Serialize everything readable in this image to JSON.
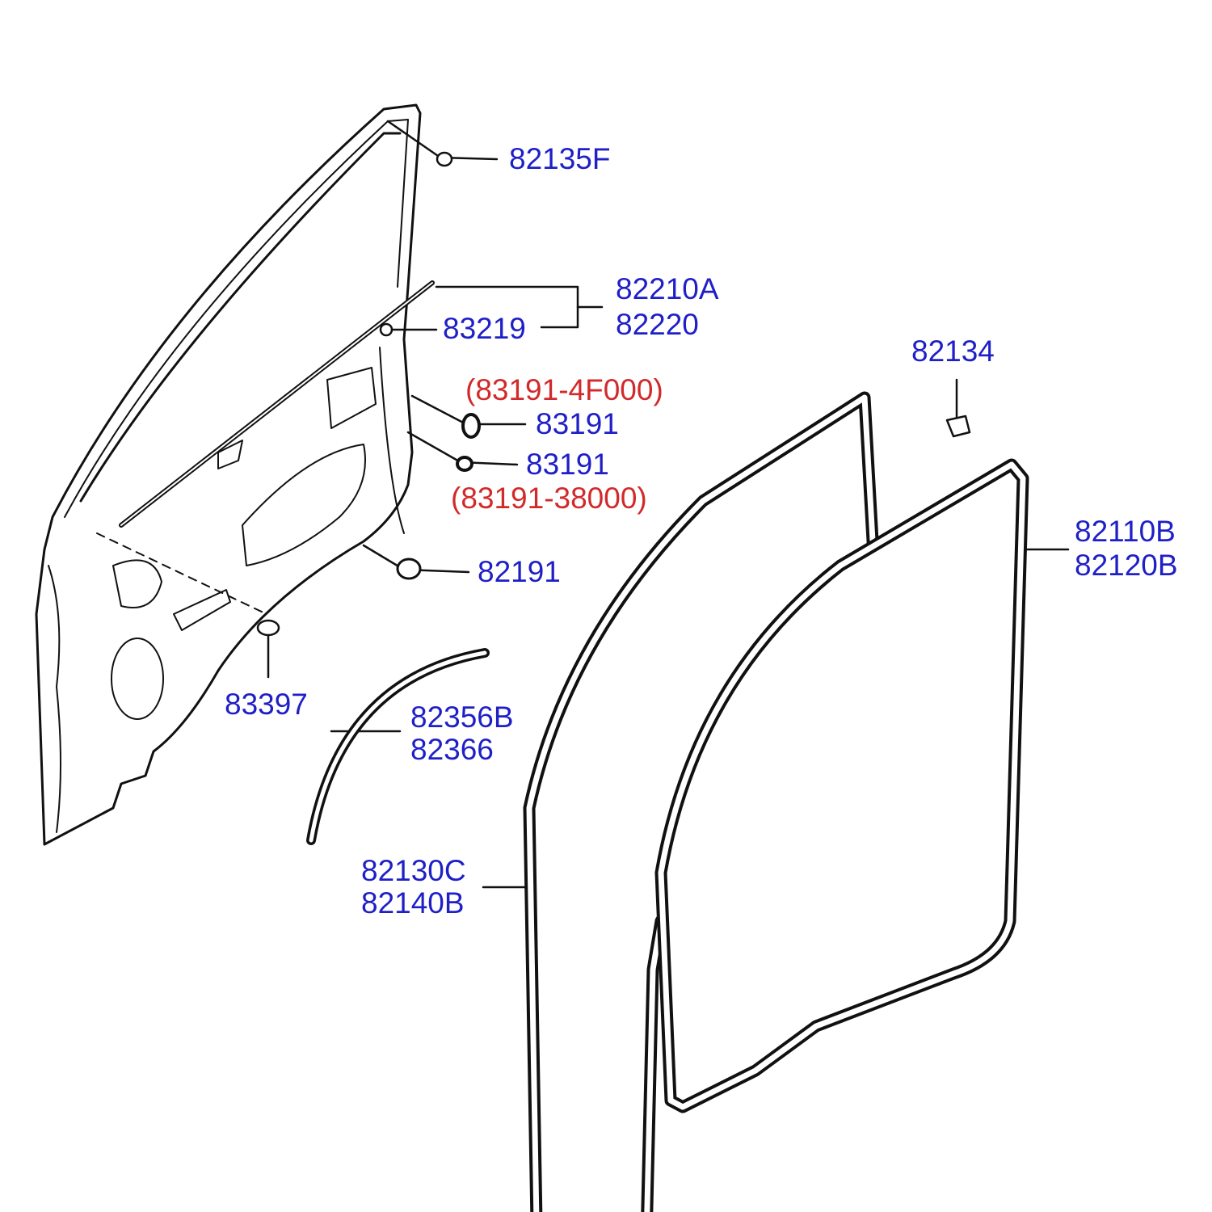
{
  "colors": {
    "part_number": "#1f1fc8",
    "alt_part_number": "#d22a2a",
    "line": "#111111"
  },
  "labels": {
    "p82135F": "82135F",
    "p82210A": "82210A",
    "p82220": "82220",
    "p83219": "83219",
    "p82134": "82134",
    "p83191_alt_a": "(83191-4F000)",
    "p83191_a": "83191",
    "p83191_b": "83191",
    "p83191_alt_b": "(83191-38000)",
    "p82110B": "82110B",
    "p82120B": "82120B",
    "p82191": "82191",
    "p83397": "83397",
    "p82356B": "82356B",
    "p82366": "82366",
    "p82130C": "82130C",
    "p82140B": "82140B"
  }
}
